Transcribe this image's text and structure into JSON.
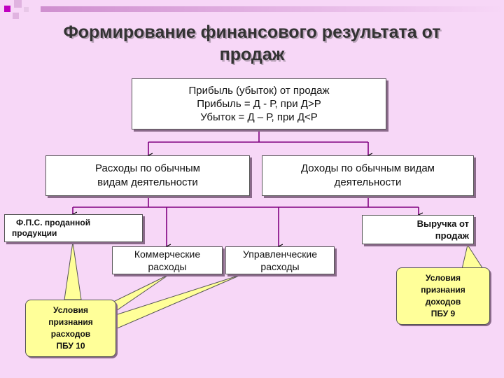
{
  "title": {
    "line1": "Формирование финансового результата от",
    "line2": "продаж"
  },
  "top_box": {
    "line1": "Прибыль (убыток) от продаж",
    "line2": "Прибыль = Д - Р, при Д>Р",
    "line3": "Убыток = Д – Р, при Д<Р"
  },
  "expenses_box": {
    "line1": "Расходы по обычным",
    "line2": "видам деятельности"
  },
  "income_box": {
    "line1": "Доходы по обычным видам",
    "line2": "деятельности"
  },
  "cost_box": {
    "line1": "Ф.П.С. проданной",
    "line2": "продукции"
  },
  "revenue_box": {
    "line1": "Выручка от",
    "line2": "продаж"
  },
  "commercial_box": {
    "line1": "Коммерческие",
    "line2": "расходы"
  },
  "admin_box": {
    "line1": "Управленческие",
    "line2": "расходы"
  },
  "callout_expenses": {
    "line1": "Условия",
    "line2": "признания",
    "line3": "расходов",
    "line4": "ПБУ 10"
  },
  "callout_income": {
    "line1": "Условия",
    "line2": "признания",
    "line3": "доходов",
    "line4": "ПБУ 9"
  },
  "colors": {
    "background": "#F7D7F7",
    "connector": "#800080",
    "callout": "#FFFF99",
    "corner_accent": "#C000C0"
  }
}
